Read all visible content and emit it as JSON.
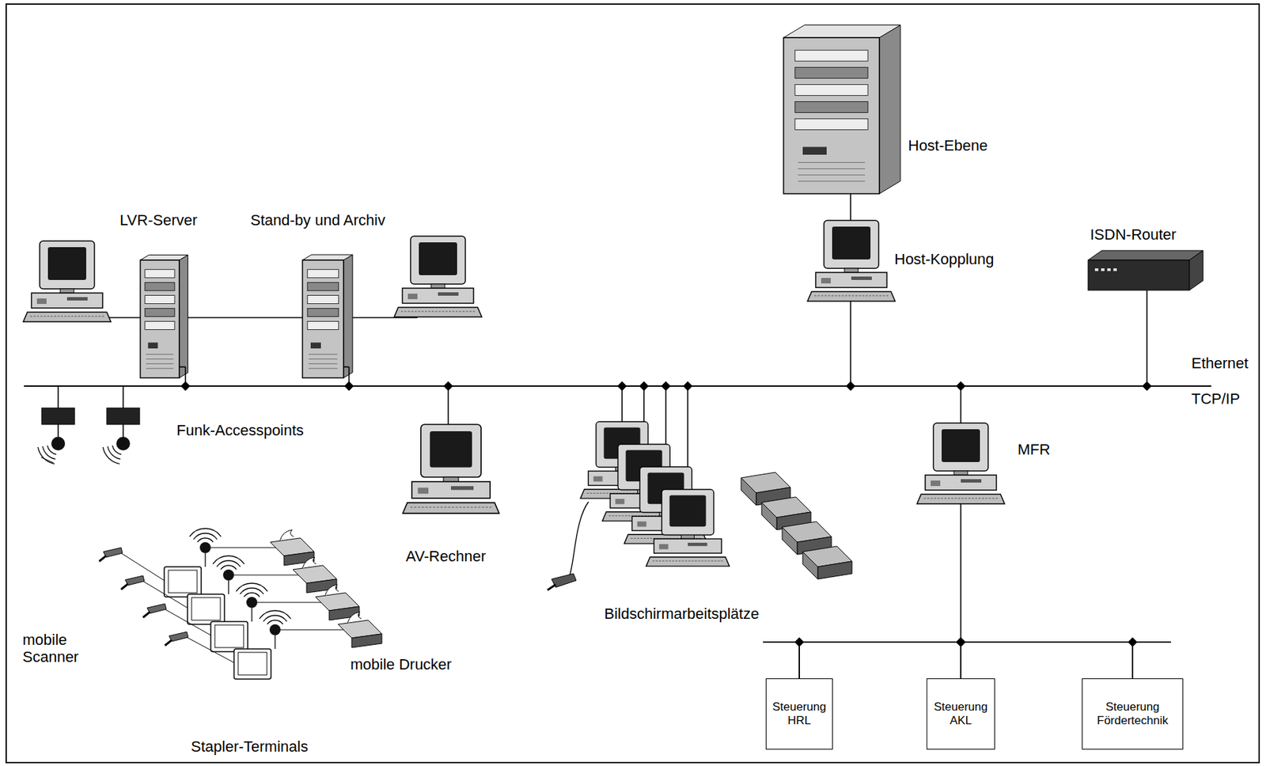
{
  "diagram": {
    "nodes": [
      {
        "text": [
          "Steuerung HRL"
        ]
      },
      {
        "text": [
          "Steuerung AKL"
        ]
      },
      {
        "text": [
          "Steuerung Fördertechnik"
        ]
      }
    ],
    "edges": [
      {
        "from": 0,
        "to": 1,
        "arrow": "none"
      },
      {
        "from": 1,
        "to": 2,
        "arrow": "none"
      }
    ],
    "labels": [
      "Host-Ebene",
      "Host-Kopplung",
      "ISDN-Router",
      "LVR-Server",
      "Stand-by und Archiv",
      "Ethernet",
      "TCP/IP",
      "Funk-Accesspoints",
      "AV-Rechner",
      "Bildschirmarbeitsplätze",
      "MFR",
      "mobile Scanner",
      "mobile Drucker",
      "Stapler-Terminals"
    ]
  }
}
